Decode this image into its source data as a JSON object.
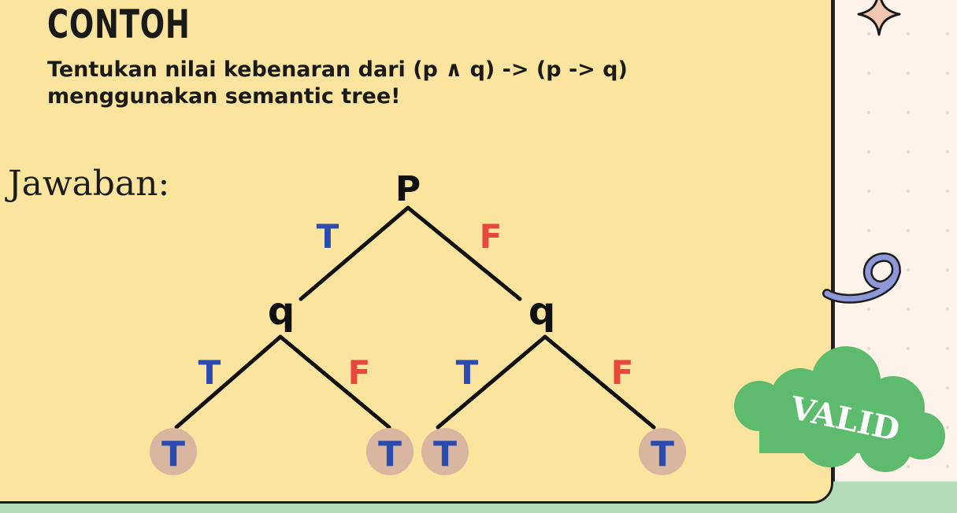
{
  "title": "CONTOH",
  "question": "Tentukan nilai kebenaran dari (p ∧ q) -> (p -> q) menggunakan semantic tree!",
  "answer_label": "Jawaban:",
  "tree": {
    "root": "P",
    "level1": {
      "node_left": "q",
      "node_right": "q",
      "branch_left": "T",
      "branch_right": "F"
    },
    "level2": {
      "branch_labels": [
        "T",
        "F",
        "T",
        "F"
      ],
      "leaves": [
        "T",
        "T",
        "T",
        "T"
      ]
    }
  },
  "badge_text": "VALID",
  "colors": {
    "card_background": "#fae49e",
    "true_branch": "#2b4bb0",
    "false_branch": "#e8473d",
    "leaf_circle": "#d8b6a0",
    "badge_cloud": "#5cbb6c",
    "page_background": "#fdf3ea",
    "bottom_strip": "#b4dcb8"
  },
  "icons": [
    "sparkle-icon",
    "squiggle-icon",
    "cloud-badge"
  ]
}
